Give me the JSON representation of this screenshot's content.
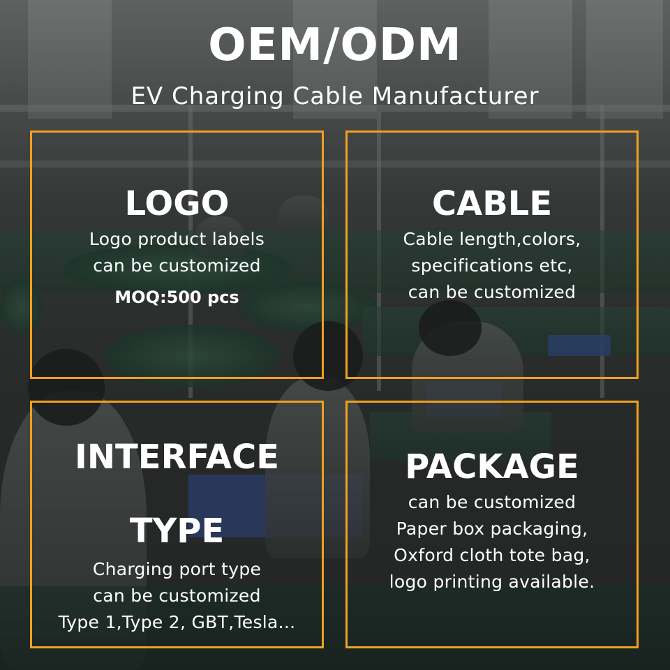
{
  "header": {
    "title": "OEM/ODM",
    "subtitle": "EV Charging Cable Manufacturer"
  },
  "cards": [
    {
      "title": "LOGO",
      "lines": [
        "Logo product labels",
        "can be customized"
      ],
      "moq": "MOQ:500 pcs"
    },
    {
      "title": "CABLE",
      "lines": [
        "Cable length,colors,",
        "specifications etc,",
        "can be customized"
      ]
    },
    {
      "title_lines": [
        "INTERFACE",
        "TYPE"
      ],
      "lines": [
        "Charging port type",
        "can be customized",
        "Type 1,Type 2, GBT,Tesla..."
      ]
    },
    {
      "title": "PACKAGE",
      "lines": [
        "can be customized",
        "Paper box packaging,",
        "Oxford cloth tote bag,",
        "logo printing available."
      ]
    }
  ],
  "colors": {
    "accent_border": "#f0a020",
    "text": "#ffffff"
  }
}
